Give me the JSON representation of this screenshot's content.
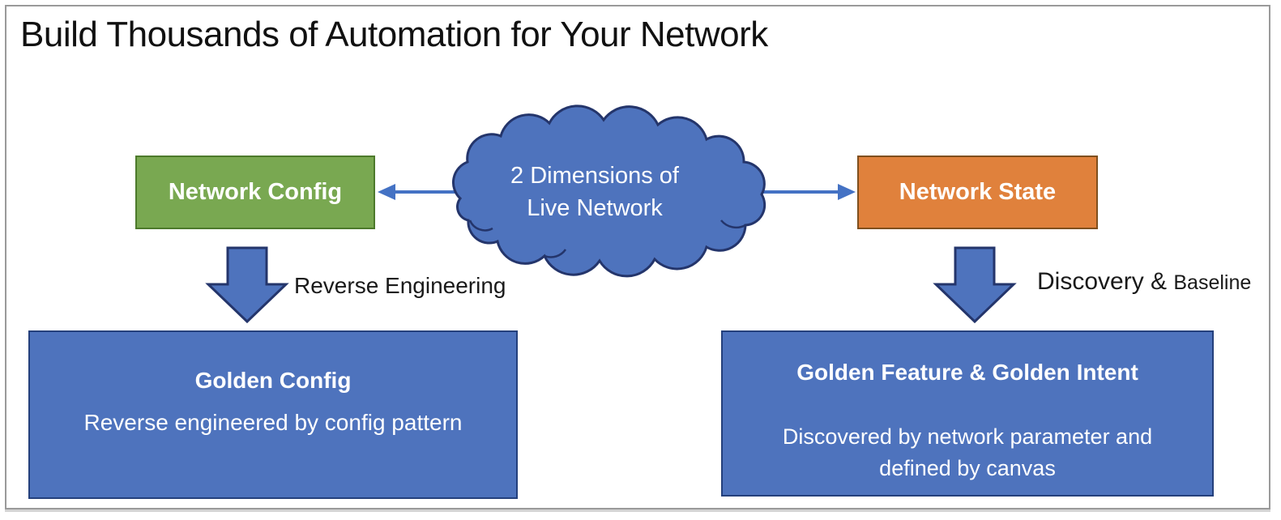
{
  "title": "Build Thousands of Automation for Your Network",
  "cloud": {
    "name": "2-dimensions-cloud",
    "line1": "2 Dimensions of",
    "line2": "Live Network"
  },
  "nodes": {
    "network_config": {
      "label": "Network Config",
      "fill": "#79A851",
      "border": "#4D7A2C"
    },
    "network_state": {
      "label": "Network State",
      "fill": "#E0813C",
      "border": "#7F4F1E"
    }
  },
  "process_labels": {
    "left": "Reverse Engineering",
    "right_main": "Discovery & ",
    "right_small": "Baseline"
  },
  "outputs": {
    "golden_config": {
      "title": "Golden Config",
      "body": "Reverse engineered by config pattern"
    },
    "golden_feature": {
      "title": "Golden Feature & Golden Intent",
      "body": "Discovered by network parameter and defined by canvas"
    }
  },
  "colors": {
    "shape_blue_fill": "#4E73BD",
    "shape_blue_border": "#24356B",
    "connector_blue": "#4472C4",
    "output_box_fill": "#4E73BD",
    "output_box_border": "#24407C",
    "frame_border": "#9A9A9A"
  }
}
